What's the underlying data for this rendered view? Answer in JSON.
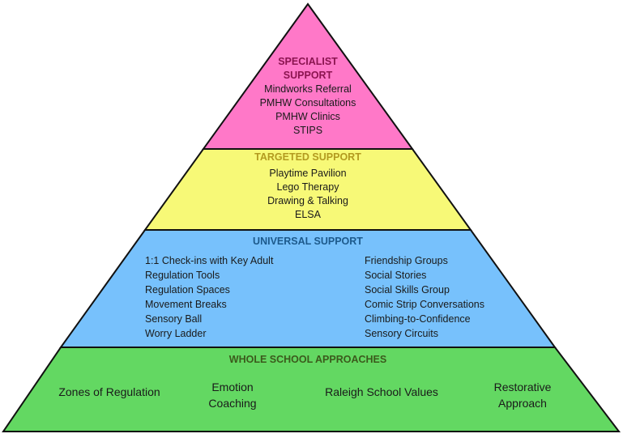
{
  "colors": {
    "specialist": "#ff78c8",
    "targeted": "#f7f977",
    "universal": "#77c1fc",
    "whole": "#63d862"
  },
  "specialist": {
    "title_line1": "SPECIALIST",
    "title_line2": "SUPPORT",
    "items": [
      "Mindworks Referral",
      "PMHW Consultations",
      "PMHW Clinics",
      "STIPS"
    ]
  },
  "targeted": {
    "title": "TARGETED SUPPORT",
    "items": [
      "Playtime Pavilion",
      "Lego Therapy",
      "Drawing & Talking",
      "ELSA"
    ]
  },
  "universal": {
    "title": "UNIVERSAL SUPPORT",
    "left_items": [
      "1:1 Check-ins with Key Adult",
      "Regulation Tools",
      "Regulation Spaces",
      "Movement Breaks",
      "Sensory Ball",
      "Worry Ladder"
    ],
    "right_items": [
      "Friendship Groups",
      "Social Stories",
      "Social Skills Group",
      "Comic Strip Conversations",
      "Climbing-to-Confidence",
      "Sensory Circuits"
    ]
  },
  "whole": {
    "title": "WHOLE SCHOOL APPROACHES",
    "items": [
      {
        "line1": "Zones of Regulation",
        "line2": ""
      },
      {
        "line1": "Emotion",
        "line2": "Coaching"
      },
      {
        "line1": "Raleigh School Values",
        "line2": ""
      },
      {
        "line1": "Restorative",
        "line2": "Approach"
      }
    ]
  }
}
